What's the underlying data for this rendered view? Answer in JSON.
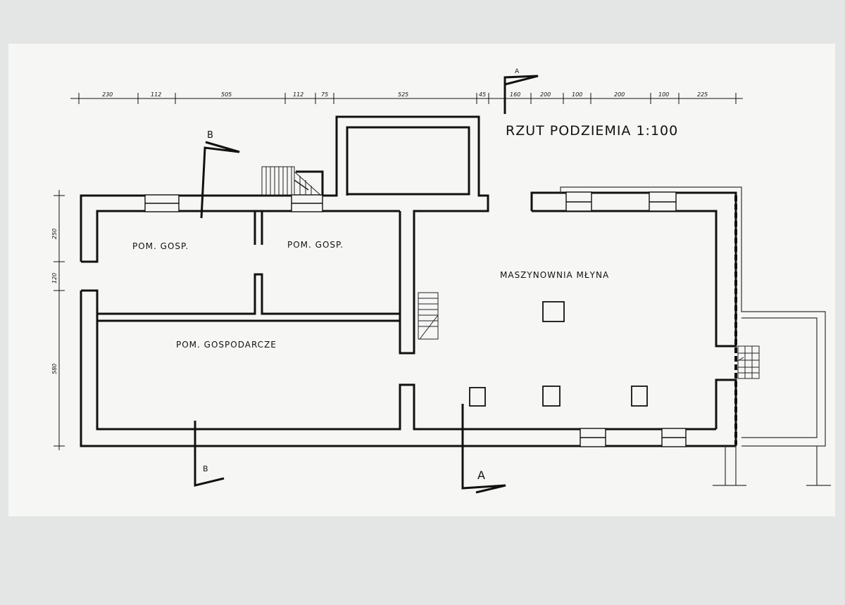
{
  "drawing": {
    "title": "RZUT PODZIEMIA 1:100",
    "rooms": {
      "room_1": "POM. GOSP.",
      "room_2": "POM. GOSP.",
      "room_3": "POM. GOSPODARCZE",
      "room_4": "MASZYNOWNIA MŁYNA"
    },
    "section_marks": {
      "a_top": "A",
      "a_bottom": "A",
      "b_top": "B",
      "b_bottom": "B"
    },
    "dimensions_top": [
      "230",
      "112",
      "505",
      "112",
      "75",
      "525",
      "45",
      "160",
      "200",
      "100",
      "200",
      "100",
      "225"
    ],
    "dimensions_left": [
      "250",
      "120",
      "580"
    ]
  }
}
